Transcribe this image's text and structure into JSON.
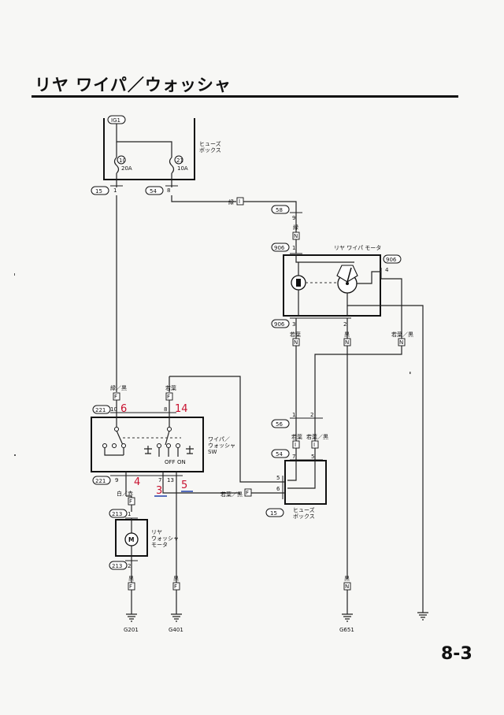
{
  "page": {
    "title": "リヤ ワイパ／ウォッシャ",
    "page_number": "8-3"
  },
  "fuse_box_top": {
    "connector": "IG1",
    "label": "ヒューズ\nボックス",
    "fuse_a_num": "10",
    "fuse_a_rating": "20A",
    "fuse_b_num": "21",
    "fuse_b_rating": "10A",
    "conn_left": "15",
    "conn_right": "54",
    "pin_left": "1",
    "pin_right": "8"
  },
  "wires": {
    "green_top": "緑",
    "green_top_code": "I",
    "conn_58": "58",
    "pin_9": "9",
    "green_mid": "緑",
    "green_mid_code": "N",
    "green_red": "緑／黒",
    "green_red_code": "F",
    "lt_green": "若葉",
    "lt_green_code": "F",
    "lt_green_black": "若葉／黒",
    "lt_green_black_code": "F",
    "white_red": "白／赤",
    "white_red_code": "F",
    "black": "黒",
    "black_code": "F",
    "lt_green_n": "若葉",
    "lt_green_n_code": "N",
    "black_n": "黒",
    "black_n_code": "N",
    "lt_green_black_n": "若葉／黒",
    "lt_green_black_n_code": "N",
    "lt_green_i1": "若葉",
    "lt_green_i2": "若葉／黒",
    "code_i": "I",
    "black_n_bottom": "黒",
    "black_n_bottom_code": "N"
  },
  "motor": {
    "label": "リヤ ワイパ モータ",
    "conn": "906",
    "pin_top": "1",
    "pin_side": "4",
    "pin_bl": "3",
    "pin_br": "2"
  },
  "switch": {
    "conn": "221",
    "label": "ワイパ／\nウォッシャ\nSW",
    "pin_10": "10",
    "pin_8": "8",
    "pin_9": "9",
    "pin_7": "7",
    "pin_13": "13",
    "off": "OFF",
    "on": "ON"
  },
  "washer_motor": {
    "conn": "213",
    "label": "リヤ\nウォッシャ\nモータ",
    "m": "M",
    "pin_top": "1",
    "pin_bottom": "2"
  },
  "fuse_box_mid": {
    "conn_56": "56",
    "conn_54": "54",
    "conn_15": "15",
    "pin_1": "1",
    "pin_2": "2",
    "pin_7": "7",
    "pin_5": "5",
    "pin_5b": "5",
    "pin_6": "6",
    "label": "ヒューズ\nボックス"
  },
  "grounds": {
    "g1": "G201",
    "g2": "G401",
    "g3": "G651"
  },
  "handwritten": {
    "h6": "6",
    "h14": "14",
    "h4": "4",
    "h3": "3",
    "h5": "5"
  }
}
